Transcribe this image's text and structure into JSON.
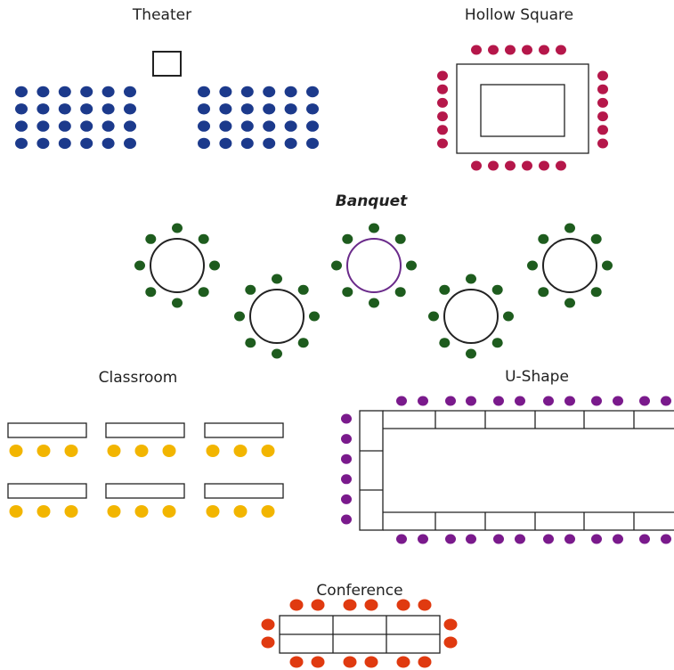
{
  "sections": {
    "theater": {
      "title": "Theater"
    },
    "hollow_square": {
      "title": "Hollow Square"
    },
    "banquet": {
      "title": "Banquet"
    },
    "classroom": {
      "title": "Classroom"
    },
    "u_shape": {
      "title": "U-Shape"
    },
    "conference": {
      "title": "Conference"
    }
  },
  "colors": {
    "theater_seat": "#1c3a8c",
    "hollow_square_seat": "#b5174a",
    "banquet_seat": "#1e5c1e",
    "banquet_highlight_table": "#6a2a8a",
    "classroom_seat": "#f2b500",
    "u_shape_seat": "#7a1a8c",
    "conference_seat": "#e03a10",
    "table_outline": "#222222"
  }
}
